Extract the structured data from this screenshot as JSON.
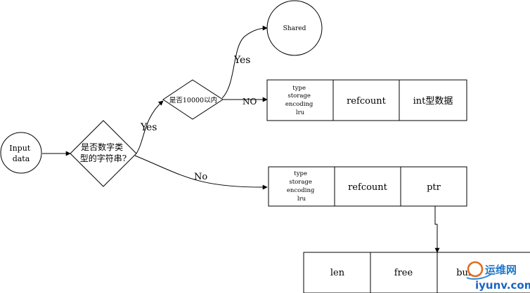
{
  "nodes": {
    "input": "Input\ndata",
    "is_numeric": "是否数字类\n型的字符串?",
    "in_range": "是否10000以内",
    "shared": "Shared"
  },
  "edges": {
    "yes_numeric": "Yes",
    "yes_range": "Yes",
    "no_range": "NO",
    "no_numeric": "No"
  },
  "struct_int": {
    "header": [
      "type",
      "storage",
      "encoding",
      "lru"
    ],
    "refcount": "refcount",
    "payload": "int型数据"
  },
  "struct_ptr": {
    "header": [
      "type",
      "storage",
      "encoding",
      "lru"
    ],
    "refcount": "refcount",
    "payload": "ptr"
  },
  "sds": {
    "fields": [
      "len",
      "free",
      "buf"
    ]
  },
  "watermark": {
    "brand": "运维网",
    "site": "iyunv.com"
  }
}
